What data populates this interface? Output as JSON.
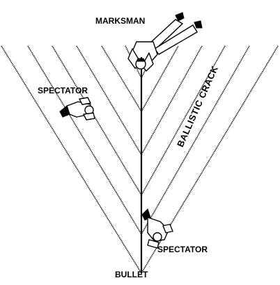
{
  "labels": {
    "marksman": "MARKSMAN",
    "spectator_upper": "SPECTATOR",
    "spectator_lower": "SPECTATOR",
    "ballistic_crack": "BALLISTIC CRACK",
    "bullet": "BULLET"
  },
  "icons": {
    "marksman": "prone-marksman-with-rifle-icon",
    "spectator_upper": "seated-spectator-icon",
    "spectator_lower": "seated-spectator-icon"
  },
  "colors": {
    "ink": "#000000",
    "paper": "#ffffff"
  }
}
